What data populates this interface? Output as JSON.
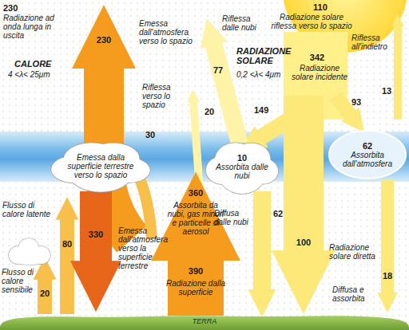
{
  "diagram": {
    "nodes": [
      {
        "text": [
          "Emessa dalla superficie terrestre verso lo spazio"
        ]
      },
      {
        "text": [
          "10",
          "Assorbita dalle nubi"
        ]
      },
      {
        "text": [
          "62",
          "Assorbita dall'atmosfera"
        ]
      },
      {
        "text": [
          "TERRA"
        ]
      }
    ],
    "labels": [
      "230",
      "Radiazione ad onda lunga in uscita",
      "CALORE",
      "4 <λ< 25μm",
      "230",
      "Emessa dall'atmosfera verso lo spazio",
      "Riflessa dalle nubi",
      "77",
      "Riflessa verso lo spazio",
      "20",
      "110",
      "Radiazione solare riflessa verso lo spazio",
      "RADIAZIONE SOLARE",
      "0,2 <λ< 4μm",
      "342",
      "Radiazione solare incidente",
      "Riflessa all'indietro",
      "13",
      "149",
      "93",
      "30",
      "360",
      "Assorbita da nubi, gas minori e particelle di aerosol",
      "Flusso di calore latente",
      "80",
      "Flusso di calore sensibile",
      "20",
      "Emessa dall'atmosfera verso la superficie terrestre",
      "330",
      "390",
      "Radiazione dalla superficie",
      "Diffusa dalle nubi",
      "62",
      "100",
      "Radiazione solare diretta",
      "Diffusa e assorbita",
      "18"
    ]
  }
}
